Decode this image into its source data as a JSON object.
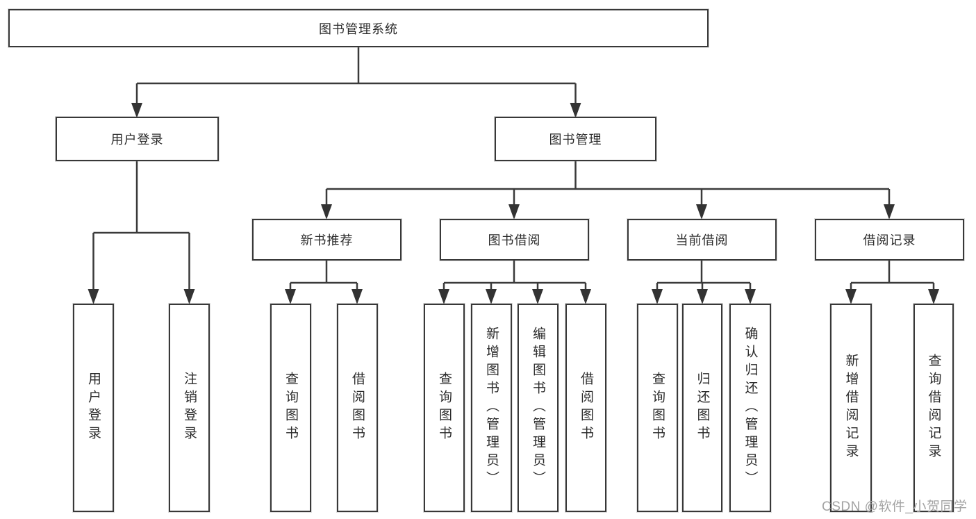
{
  "colors": {
    "background": "#ffffff",
    "box_fill": "#ffffff",
    "box_border": "#383838",
    "connector_line": "#3a3a3a",
    "text": "#2b2b2b",
    "watermark": "#a3a3a3"
  },
  "watermark": {
    "text": "CSDN @软件_小贺同学"
  },
  "tree": {
    "label": "图书管理系统",
    "children": [
      {
        "label": "用户登录",
        "children": [
          {
            "label": "用户登录"
          },
          {
            "label": "注销登录"
          }
        ]
      },
      {
        "label": "图书管理",
        "children": [
          {
            "label": "新书推荐",
            "children": [
              {
                "label": "查询图书"
              },
              {
                "label": "借阅图书"
              }
            ]
          },
          {
            "label": "图书借阅",
            "children": [
              {
                "label": "查询图书"
              },
              {
                "label": "新增图书（管理员）"
              },
              {
                "label": "编辑图书（管理员）"
              },
              {
                "label": "借阅图书"
              }
            ]
          },
          {
            "label": "当前借阅",
            "children": [
              {
                "label": "查询图书"
              },
              {
                "label": "归还图书"
              },
              {
                "label": "确认归还（管理员）"
              }
            ]
          },
          {
            "label": "借阅记录",
            "children": [
              {
                "label": "新增借阅记录"
              },
              {
                "label": "查询借阅记录"
              }
            ]
          }
        ]
      }
    ]
  }
}
